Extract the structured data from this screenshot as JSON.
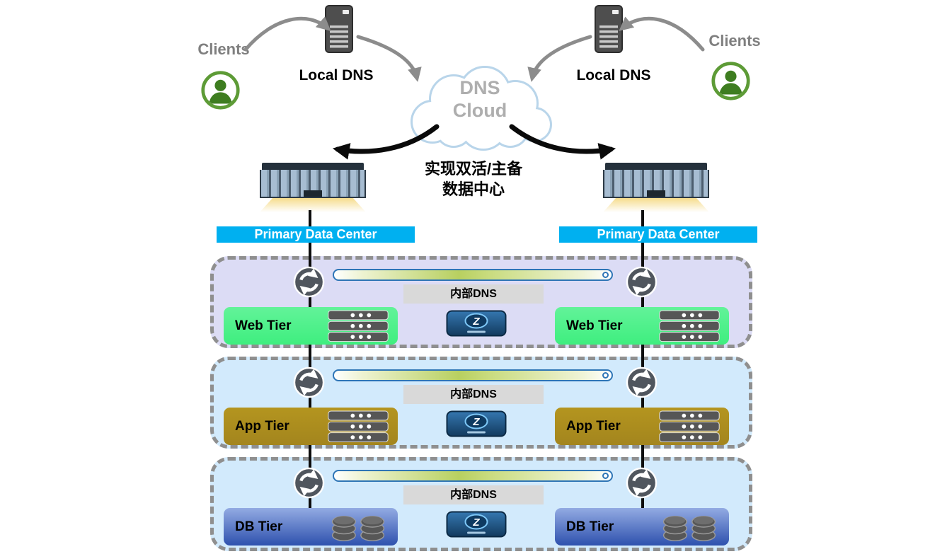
{
  "colors": {
    "banner": "#00b0f0",
    "line": "#0d0d0d",
    "tier-web-bg": "#dcdcf5",
    "tier-other-bg": "#d2eafc",
    "web-box-top": "#62f399",
    "web-box-bottom": "#3fee7f",
    "app-box-top": "#b4951f",
    "app-box-bottom": "#a3851e",
    "db-box-top": "#93abe3",
    "db-box-bottom": "#2e51ae"
  },
  "top": {
    "clients_left": "Clients",
    "clients_right": "Clients",
    "local_dns_left": "Local DNS",
    "local_dns_right": "Local DNS",
    "cloud_line1": "DNS",
    "cloud_line2": "Cloud"
  },
  "caption": {
    "line1": "实现双活/主备",
    "line2": "数据中心"
  },
  "banners": {
    "left": "Primary Data Center",
    "right": "Primary Data Center"
  },
  "appliance": {
    "logo": "Z"
  },
  "tiers": [
    {
      "id": "web",
      "internal_dns": "内部DNS",
      "left_label": "Web Tier",
      "right_label": "Web Tier"
    },
    {
      "id": "app",
      "internal_dns": "内部DNS",
      "left_label": "App Tier",
      "right_label": "App Tier"
    },
    {
      "id": "db",
      "internal_dns": "内部DNS",
      "left_label": "DB Tier",
      "right_label": "DB Tier"
    }
  ]
}
